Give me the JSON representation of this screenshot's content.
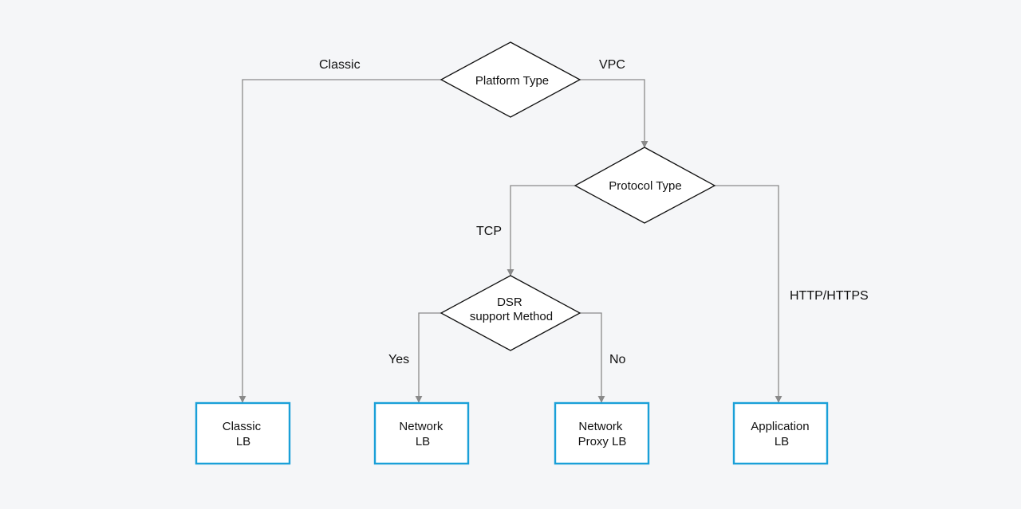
{
  "colors": {
    "background": "#f5f6f8",
    "connector": "#8a8a8a",
    "decision_fill": "#ffffff",
    "decision_stroke": "#111111",
    "result_stroke": "#1aa0d8",
    "result_fill": "#ffffff",
    "text": "#111111"
  },
  "decisions": {
    "platform_type": {
      "lines": [
        "Platform Type"
      ]
    },
    "protocol_type": {
      "lines": [
        "Protocol Type"
      ]
    },
    "dsr_support": {
      "lines": [
        "DSR",
        "support Method"
      ]
    }
  },
  "results": {
    "classic_lb": {
      "lines": [
        "Classic",
        "LB"
      ]
    },
    "network_lb": {
      "lines": [
        "Network",
        "LB"
      ]
    },
    "network_proxy_lb": {
      "lines": [
        "Network",
        "Proxy LB"
      ]
    },
    "application_lb": {
      "lines": [
        "Application",
        "LB"
      ]
    }
  },
  "edge_labels": {
    "classic": "Classic",
    "vpc": "VPC",
    "tcp": "TCP",
    "http_https": "HTTP/HTTPS",
    "yes": "Yes",
    "no": "No"
  }
}
